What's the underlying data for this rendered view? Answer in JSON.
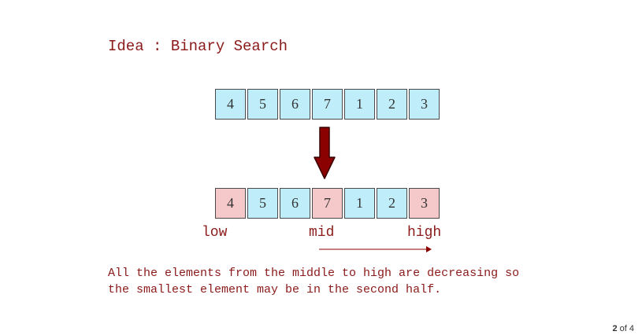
{
  "slide": {
    "title": "Idea : Binary Search",
    "colors": {
      "text": "#8b1a1a",
      "cell_default": "#bfeefa",
      "cell_highlight": "#f5c9c9",
      "arrow": "#8b0000"
    }
  },
  "array_top": [
    {
      "value": "4",
      "highlight": false
    },
    {
      "value": "5",
      "highlight": false
    },
    {
      "value": "6",
      "highlight": false
    },
    {
      "value": "7",
      "highlight": false
    },
    {
      "value": "1",
      "highlight": false
    },
    {
      "value": "2",
      "highlight": false
    },
    {
      "value": "3",
      "highlight": false
    }
  ],
  "array_bottom": [
    {
      "value": "4",
      "highlight": true
    },
    {
      "value": "5",
      "highlight": false
    },
    {
      "value": "6",
      "highlight": false
    },
    {
      "value": "7",
      "highlight": true
    },
    {
      "value": "1",
      "highlight": false
    },
    {
      "value": "2",
      "highlight": false
    },
    {
      "value": "3",
      "highlight": true
    }
  ],
  "pointers": {
    "low": "low",
    "mid": "mid",
    "high": "high"
  },
  "explanation": {
    "line1": "All the elements from the middle to high are decreasing so",
    "line2": "the smallest element may be in the second half."
  },
  "pagination": {
    "current": "2",
    "separator": "of",
    "total": "4"
  }
}
